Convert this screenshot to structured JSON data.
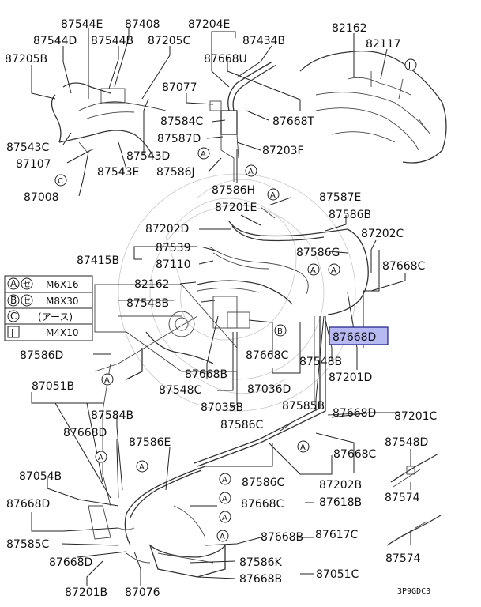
{
  "part_labels": [
    "87544E",
    "87408",
    "87204E",
    "87544D",
    "87544B",
    "87205C",
    "87434B",
    "82162",
    "87205B",
    "87668U",
    "82117",
    "87077",
    "87584C",
    "87668T",
    "87587D",
    "87543C",
    "87203F",
    "87107",
    "87543D",
    "87543E",
    "87586J",
    "87008",
    "87586H",
    "87587E",
    "87201E",
    "87586B",
    "87202D",
    "87202C",
    "87539",
    "87586G",
    "87668C",
    "87415B",
    "87110",
    "82162",
    "87548B",
    "87586D",
    "87668C",
    "87548B",
    "87668B",
    "87201D",
    "87548C",
    "87036D",
    "87035B",
    "87051B",
    "87585B",
    "87668D",
    "87201C",
    "87584B",
    "87586C",
    "87668D",
    "87548D",
    "87586E",
    "87668C",
    "87586C",
    "87202B",
    "87054B",
    "87574",
    "87668D",
    "87668C",
    "87618B",
    "87617C",
    "87585C",
    "87668B",
    "87574",
    "87668D",
    "87586K",
    "87201B",
    "87076",
    "87051C",
    "87668B"
  ],
  "highlight_label": "87668D",
  "callouts": [
    "A",
    "J",
    "C",
    "A",
    "A",
    "A",
    "A",
    "B",
    "A",
    "A",
    "A",
    "A",
    "A",
    "A",
    "A",
    "A"
  ],
  "legend": {
    "rows": [
      {
        "key": "A",
        "mark": "セ",
        "spec": "M6X16"
      },
      {
        "key": "B",
        "mark": "セ",
        "spec": "M8X30"
      },
      {
        "key": "C",
        "mark": "",
        "spec": "(アース)"
      },
      {
        "key": "J",
        "mark": "",
        "spec": "M4X10"
      }
    ]
  },
  "diagram_code": "3P9GDC3",
  "colors": {
    "highlight_fill": "#b7b9f3",
    "highlight_stroke": "#1c1c8c",
    "ink": "#222222"
  }
}
